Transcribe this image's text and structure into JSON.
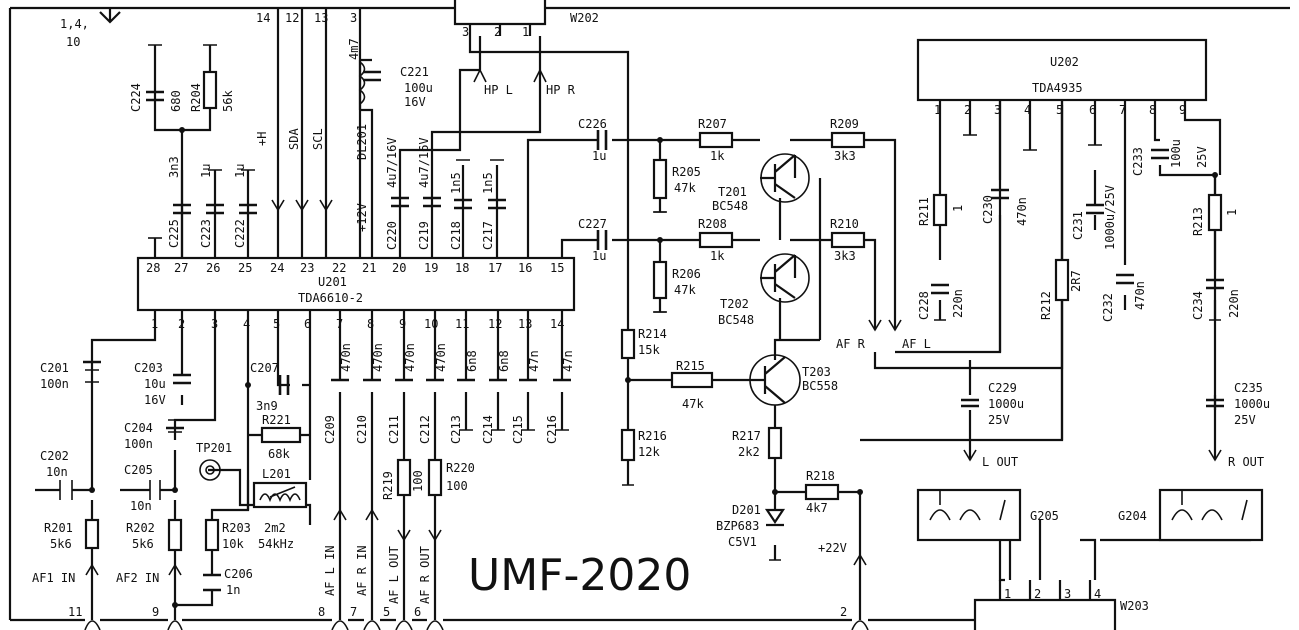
{
  "title": "UMF-2020",
  "ics": {
    "u201": {
      "ref": "U201",
      "part": "TDA6610-2",
      "top_pins": [
        "28",
        "27",
        "26",
        "25",
        "24",
        "23",
        "22",
        "21",
        "20",
        "19",
        "18",
        "17",
        "16",
        "15"
      ],
      "bottom_pins": [
        "1",
        "2",
        "3",
        "4",
        "5",
        "6",
        "7",
        "8",
        "9",
        "10",
        "11",
        "12",
        "13",
        "14"
      ]
    },
    "u202": {
      "ref": "U202",
      "part": "TDA4935",
      "pins": [
        "1",
        "2",
        "3",
        "4",
        "5",
        "6",
        "7",
        "8",
        "9"
      ]
    }
  },
  "bus_top": {
    "pins": [
      "14",
      "12",
      "13",
      "3"
    ],
    "ground_note": [
      "1,4,",
      "10"
    ],
    "w202": {
      "ref": "W202",
      "pins": [
        "3",
        "2",
        "1"
      ]
    }
  },
  "signals": {
    "h": "+H",
    "sda": "SDA",
    "scl": "SCL",
    "v12": "+12V",
    "hpl": "HP L",
    "hpr": "HP R",
    "afr": "AF R",
    "afl": "AF L",
    "v22": "+22V"
  },
  "components": {
    "c224": [
      "C224",
      "680"
    ],
    "r204": [
      "R204",
      "56k"
    ],
    "c225": [
      "C225",
      "3n3"
    ],
    "c223": [
      "C223",
      "1u"
    ],
    "c222": [
      "C222",
      "1u"
    ],
    "c221": [
      "C221",
      "100u",
      "16V"
    ],
    "dl201": [
      "DL201",
      "4m7"
    ],
    "c220": [
      "C220",
      "4u7/16V"
    ],
    "c219": [
      "C219",
      "4u7/16V"
    ],
    "c218": [
      "C218",
      "1n5"
    ],
    "c217": [
      "C217",
      "1n5"
    ],
    "c226": [
      "C226",
      "1u"
    ],
    "c227": [
      "C227",
      "1u"
    ],
    "r205": [
      "R205",
      "47k"
    ],
    "r206": [
      "R206",
      "47k"
    ],
    "r207": [
      "R207",
      "1k"
    ],
    "r208": [
      "R208",
      "1k"
    ],
    "r209": [
      "R209",
      "3k3"
    ],
    "r210": [
      "R210",
      "3k3"
    ],
    "t201": [
      "T201",
      "BC548"
    ],
    "t202": [
      "T202",
      "BC548"
    ],
    "t203": [
      "T203",
      "BC558"
    ],
    "r214": [
      "R214",
      "15k"
    ],
    "r215": [
      "R215",
      "47k"
    ],
    "r216": [
      "R216",
      "12k"
    ],
    "r217": [
      "R217",
      "2k2"
    ],
    "r218": [
      "R218",
      "4k7"
    ],
    "d201": [
      "D201",
      "BZP683",
      "C5V1"
    ],
    "c201": [
      "C201",
      "100n"
    ],
    "c202": [
      "C202",
      "10n"
    ],
    "c203": [
      "C203",
      "10u",
      "16V"
    ],
    "c204": [
      "C204",
      "100n"
    ],
    "c205": [
      "C205",
      "10n"
    ],
    "c206": [
      "C206",
      "1n"
    ],
    "c207": [
      "C207",
      "3n9"
    ],
    "r201": [
      "R201",
      "5k6"
    ],
    "r202": [
      "R202",
      "5k6"
    ],
    "r203": [
      "R203",
      "10k"
    ],
    "r221": [
      "R221",
      "68k"
    ],
    "l201": [
      "L201",
      "2m2",
      "54kHz"
    ],
    "tp201": [
      "TP201"
    ],
    "c209": [
      "C209",
      "470n"
    ],
    "c210": [
      "C210",
      "470n"
    ],
    "c211": [
      "C211",
      "470n"
    ],
    "c212": [
      "C212",
      "470n"
    ],
    "c213": [
      "C213",
      "6n8"
    ],
    "c214": [
      "C214",
      "6n8"
    ],
    "c215": [
      "C215",
      "47n"
    ],
    "c216": [
      "C216",
      "47n"
    ],
    "r219": [
      "R219",
      "100"
    ],
    "r220": [
      "R220",
      "100"
    ],
    "r211": [
      "R211",
      "1"
    ],
    "c230": [
      "C230",
      "470n"
    ],
    "c228": [
      "C228",
      "220n"
    ],
    "c231": [
      "C231",
      "1000u/25V"
    ],
    "r212": [
      "R212",
      "2R7"
    ],
    "c232": [
      "C232",
      "470n"
    ],
    "c233": [
      "C233",
      "100u",
      "25V"
    ],
    "r213": [
      "R213",
      "1"
    ],
    "c234": [
      "C234",
      "220n"
    ],
    "c229": [
      "C229",
      "1000u",
      "25V"
    ],
    "c235": [
      "C235",
      "1000u",
      "25V"
    ]
  },
  "outputs": {
    "lout": "L OUT",
    "rout": "R OUT",
    "g205": "G205",
    "g204": "G204"
  },
  "w203": {
    "ref": "W203",
    "pins": [
      "1",
      "2",
      "3",
      "4"
    ]
  },
  "bottom_labels": {
    "af1": "AF1 IN",
    "af2": "AF2 IN",
    "n11": "11",
    "n9": "9",
    "n2": "2",
    "aflin": "AF L IN",
    "n8": "8",
    "afrin": "AF R IN",
    "n7": "7",
    "aflout": "AF L OUT",
    "n5": "5",
    "afrout": "AF R OUT",
    "n6": "6"
  }
}
